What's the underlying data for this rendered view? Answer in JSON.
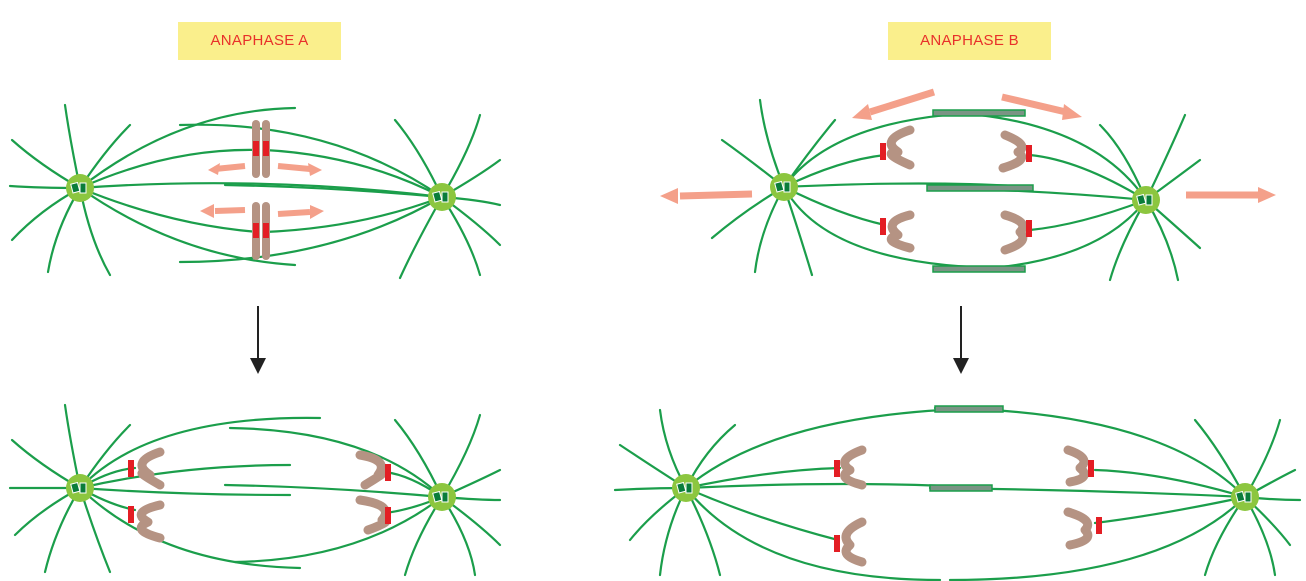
{
  "panels": [
    {
      "id": "anaphase-a",
      "label": "ANAPHASE A"
    },
    {
      "id": "anaphase-b",
      "label": "ANAPHASE B"
    }
  ],
  "colors": {
    "label_bg": "#faef8c",
    "label_text": "#e8302a",
    "microtubule": "#1b9e4b",
    "centrosome": "#8cc63f",
    "centriole": "#0a7d3a",
    "chromosome": "#b59383",
    "kinetochore": "#e31e24",
    "force_arrow": "#f4a08a",
    "overlap_zone": "#7a9484",
    "process_arrow": "#222222"
  },
  "icons": [
    "centrosome-icon",
    "chromosome-icon",
    "kinetochore-icon",
    "force-arrow-icon",
    "process-arrow-icon"
  ]
}
